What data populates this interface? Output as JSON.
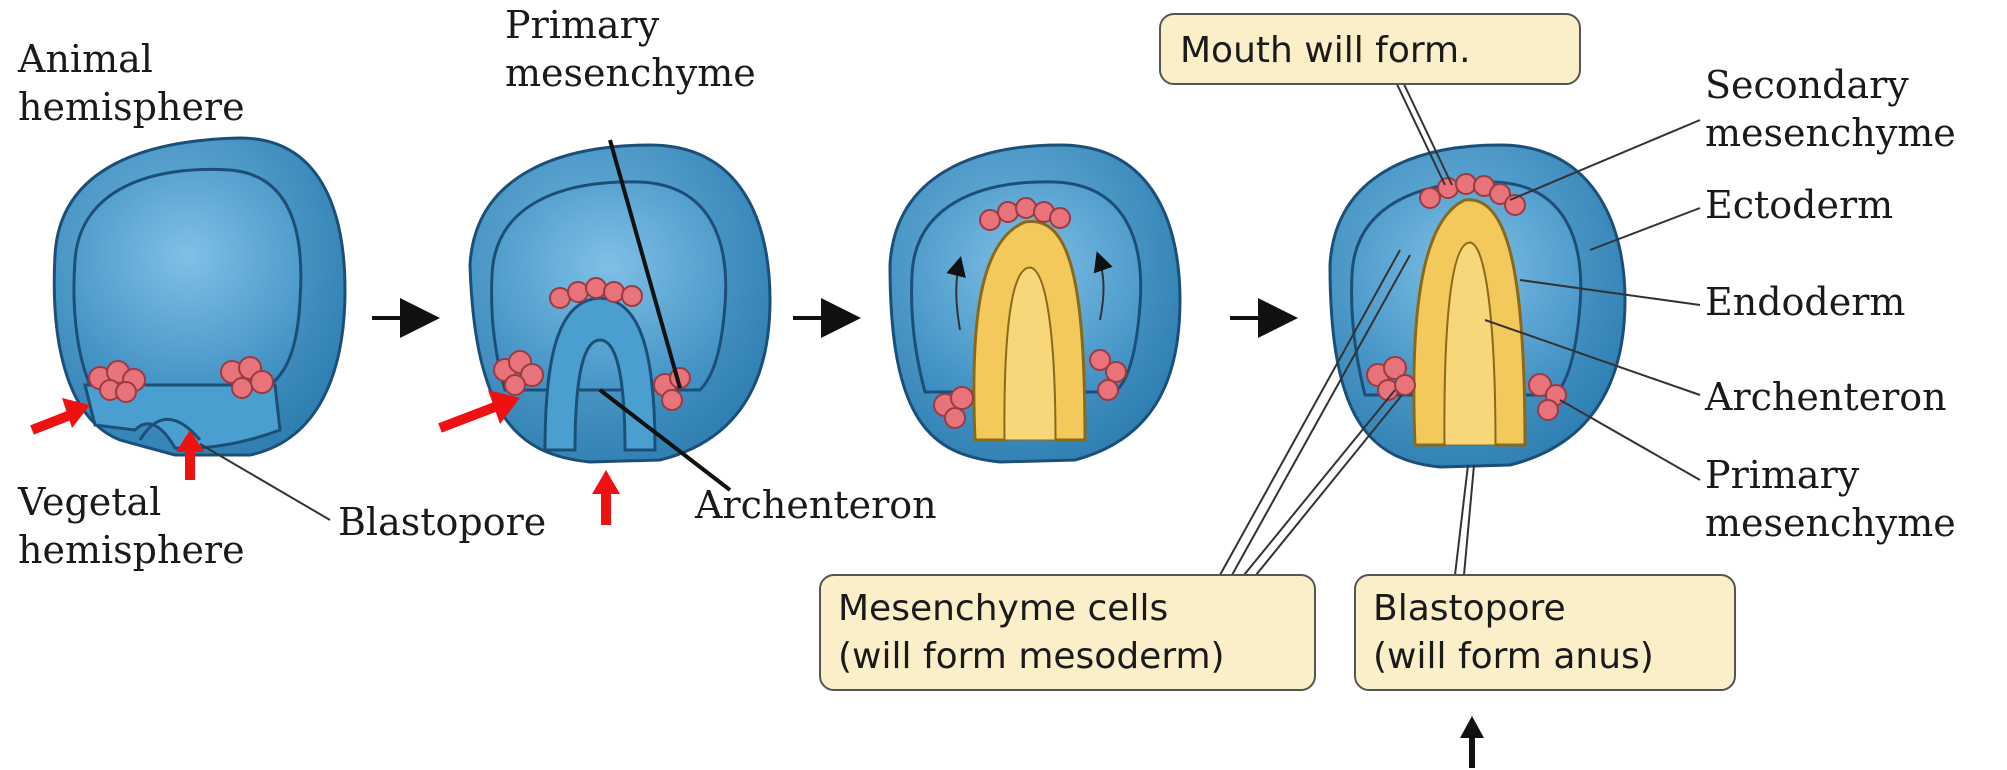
{
  "colors": {
    "embryo_blue": "#3f95c8",
    "embryo_dark": "#1c4f78",
    "cavity_blue": "#6cb3dc",
    "mesenchyme_red": "#e8737a",
    "endoderm_yellow": "#f2c95a",
    "callout_fill": "#fbefc9",
    "marker_red": "#ee1111"
  },
  "labels": {
    "animal_hemisphere": [
      "Animal",
      "hemisphere"
    ],
    "vegetal_hemisphere": [
      "Vegetal",
      "hemisphere"
    ],
    "blastopore_1": "Blastopore",
    "primary_mesenchyme_top": [
      "Primary",
      "mesenchyme"
    ],
    "archenteron_2": "Archenteron",
    "secondary_mesenchyme": [
      "Secondary",
      "mesenchyme"
    ],
    "ectoderm": "Ectoderm",
    "endoderm": "Endoderm",
    "archenteron_4": "Archenteron",
    "primary_mesenchyme_right": [
      "Primary",
      "mesenchyme"
    ]
  },
  "callouts": {
    "mouth": "Mouth will form.",
    "mesenchyme_cells": [
      "Mesenchyme cells",
      "(will form mesoderm)"
    ],
    "blastopore_anus": [
      "Blastopore",
      "(will form anus)"
    ]
  },
  "icons": {
    "stage_arrow": "right-arrow-icon",
    "red_marker": "red-arrow-icon",
    "black_marker": "up-arrow-icon"
  }
}
